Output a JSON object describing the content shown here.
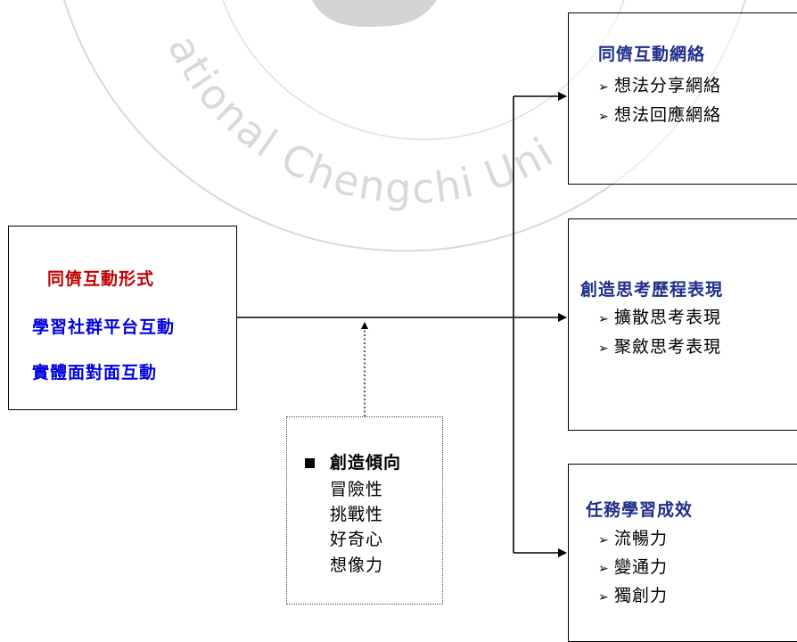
{
  "watermark": {
    "text_arc": "ational Chengchi Uni",
    "color": "#d9d9d9"
  },
  "left_box": {
    "title": "同儕互動形式",
    "items": [
      "學習社群平台互動",
      "實體面對面互動"
    ]
  },
  "moderator_box": {
    "title": "創造傾向",
    "items": [
      "冒險性",
      "挑戰性",
      "好奇心",
      "想像力"
    ]
  },
  "outcome_boxes": [
    {
      "title": "同儕互動網絡",
      "items": [
        "想法分享網絡",
        "想法回應網絡"
      ]
    },
    {
      "title": "創造思考歷程表現",
      "items": [
        "擴散思考表現",
        "聚斂思考表現"
      ]
    },
    {
      "title": "任務學習成效",
      "items": [
        "流暢力",
        "變通力",
        "獨創力"
      ]
    }
  ],
  "bullet_glyph": "➢",
  "colors": {
    "title_red": "#c00000",
    "item_blue": "#0000e0",
    "title_navy": "#1f2f8a"
  }
}
